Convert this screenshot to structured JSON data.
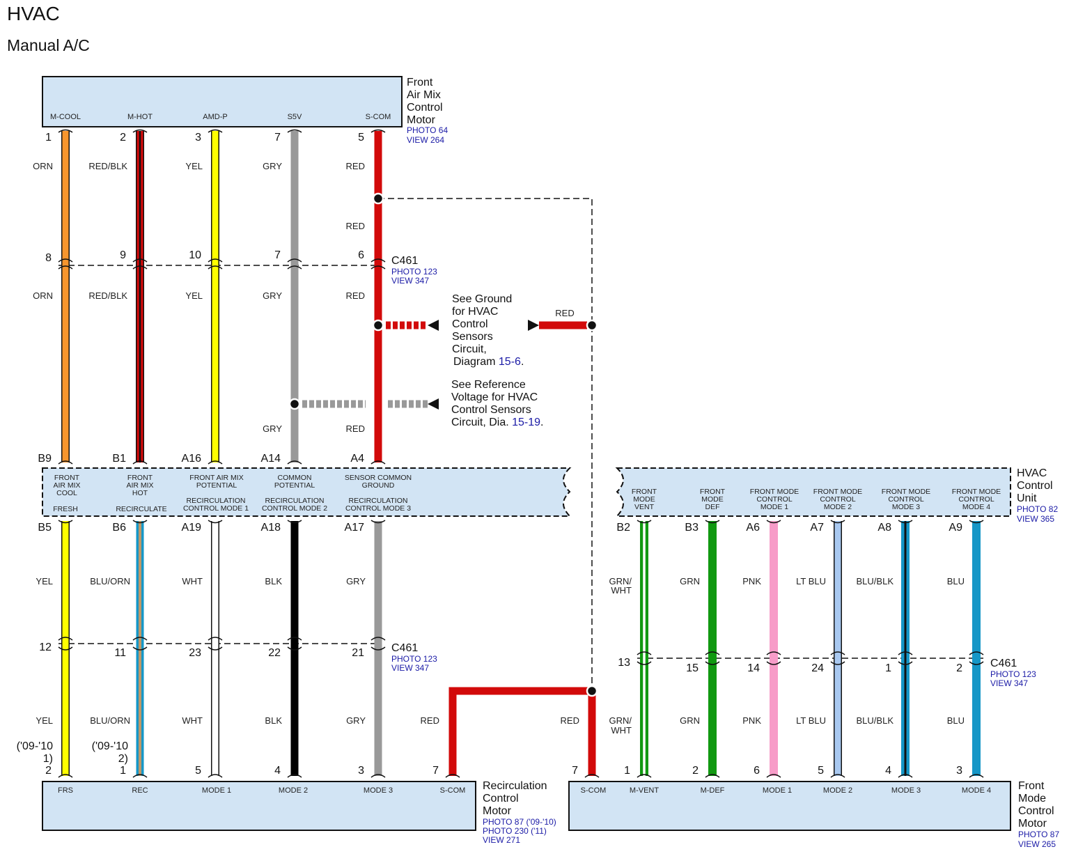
{
  "title": "HVAC",
  "subtitle": "Manual A/C",
  "components": {
    "air_mix_motor": {
      "name_lines": [
        "Front",
        "Air Mix",
        "Control",
        "Motor"
      ],
      "refs": [
        "PHOTO 64",
        "VIEW 264"
      ],
      "pins": [
        "M-COOL",
        "M-HOT",
        "AMD-P",
        "S5V",
        "S-COM"
      ],
      "pin_numbers": [
        "1",
        "2",
        "3",
        "7",
        "5"
      ]
    },
    "hvac_unit": {
      "name_lines": [
        "HVAC",
        "Control",
        "Unit"
      ],
      "refs": [
        "PHOTO 82",
        "VIEW 365"
      ],
      "top_terminals": [
        "B9",
        "B1",
        "A16",
        "A14",
        "A4"
      ],
      "top_functions": [
        [
          "FRONT",
          "AIR MIX",
          "COOL"
        ],
        [
          "FRONT",
          "AIR MIX",
          "HOT"
        ],
        [
          "FRONT AIR MIX",
          "POTENTIAL"
        ],
        [
          "COMMON",
          "POTENTIAL"
        ],
        [
          "SENSOR COMMON",
          "GROUND"
        ]
      ],
      "bottom_terminals": [
        "B5",
        "B6",
        "A19",
        "A18",
        "A17"
      ],
      "bottom_functions": [
        [
          "FRESH"
        ],
        [
          "RECIRCULATE"
        ],
        [
          "RECIRCULATION",
          "CONTROL MODE 1"
        ],
        [
          "RECIRCULATION",
          "CONTROL MODE 2"
        ],
        [
          "RECIRCULATION",
          "CONTROL MODE 3"
        ]
      ],
      "right_terminals": [
        "B2",
        "B3",
        "A6",
        "A7",
        "A8",
        "A9"
      ],
      "right_functions": [
        [
          "FRONT",
          "MODE",
          "VENT"
        ],
        [
          "FRONT",
          "MODE",
          "DEF"
        ],
        [
          "FRONT MODE",
          "CONTROL",
          "MODE 1"
        ],
        [
          "FRONT MODE",
          "CONTROL",
          "MODE 2"
        ],
        [
          "FRONT MODE",
          "CONTROL",
          "MODE 3"
        ],
        [
          "FRONT MODE",
          "CONTROL",
          "MODE 4"
        ]
      ]
    },
    "recirc_motor": {
      "name_lines": [
        "Recirculation",
        "Control",
        "Motor"
      ],
      "refs": [
        "PHOTO 87 ('09-'10)",
        "PHOTO 230 ('11)",
        "VIEW 271"
      ],
      "pins": [
        "FRS",
        "REC",
        "MODE 1",
        "MODE 2",
        "MODE 3",
        "S-COM"
      ],
      "pin_numbers": [
        "2",
        "1",
        "5",
        "4",
        "3",
        "7"
      ]
    },
    "mode_motor": {
      "name_lines": [
        "Front",
        "Mode",
        "Control",
        "Motor"
      ],
      "refs": [
        "PHOTO 87",
        "VIEW 265"
      ],
      "pins": [
        "S-COM",
        "M-VENT",
        "M-DEF",
        "MODE 1",
        "MODE 2",
        "MODE 3",
        "MODE 4"
      ],
      "pin_numbers": [
        "7",
        "1",
        "2",
        "6",
        "5",
        "4",
        "3"
      ]
    }
  },
  "connectors": {
    "c461_upper": {
      "name": "C461",
      "refs": [
        "PHOTO 123",
        "VIEW 347"
      ],
      "top_pins": [
        "8",
        "9",
        "10",
        "7",
        "6"
      ]
    },
    "c461_lower": {
      "name": "C461",
      "refs": [
        "PHOTO 123",
        "VIEW 347"
      ],
      "top_pins": [
        "12",
        "11",
        "23",
        "22",
        "21"
      ]
    },
    "c461_right": {
      "name": "C461",
      "refs": [
        "PHOTO 123",
        "VIEW 347"
      ],
      "top_pins": [
        "13",
        "15",
        "14",
        "24",
        "1",
        "2"
      ]
    }
  },
  "wires": {
    "upper": [
      "ORN",
      "RED/BLK",
      "YEL",
      "GRY",
      "RED"
    ],
    "upper_extra": [
      "RED",
      "GRY",
      "RED"
    ],
    "lower": [
      "YEL",
      "BLU/ORN",
      "WHT",
      "BLK",
      "GRY"
    ],
    "right": [
      [
        "GRN/",
        "WHT"
      ],
      [
        "GRN"
      ],
      [
        "PNK"
      ],
      [
        "LT BLU"
      ],
      [
        "BLU/BLK"
      ],
      [
        "BLU"
      ]
    ],
    "s_com": [
      "RED",
      "RED",
      "RED"
    ]
  },
  "year_notes": [
    [
      "('09-'10",
      "1)"
    ],
    [
      "('09-'10",
      "2)"
    ]
  ],
  "notes": {
    "ground": {
      "lines": [
        "See Ground",
        "for HVAC",
        "Control",
        "Sensors",
        "Circuit,"
      ],
      "last_text": "Diagram ",
      "link": "15-6",
      "end": "."
    },
    "reference": {
      "lines": [
        "See Reference",
        "Voltage for HVAC",
        "Control Sensors"
      ],
      "last_text": "Circuit, Dia. ",
      "link": "15-19",
      "end": "."
    }
  },
  "colors": {
    "box_fill": "#d2e4f4",
    "ref_text": "#1a1aa6",
    "orn": "#f7962e",
    "red": "#d20a0a",
    "yel": "#ffff00",
    "gry": "#999999",
    "blk": "#000000",
    "wht": "#ffffff",
    "grn": "#119911",
    "pnk": "#f79cc8",
    "ltblu": "#a8c8f0",
    "blu": "#1697c7",
    "blu_orn_fill": "#c09868"
  }
}
